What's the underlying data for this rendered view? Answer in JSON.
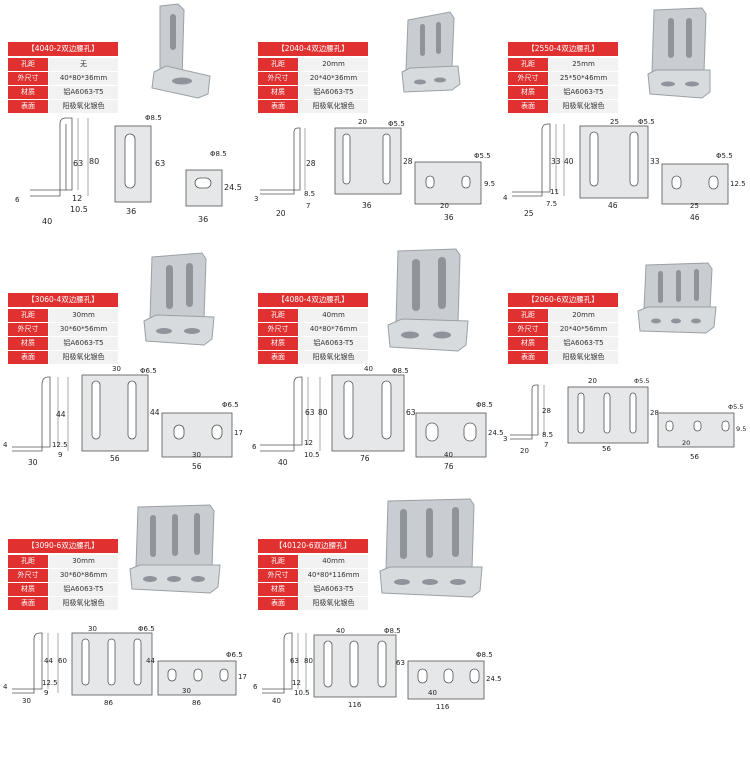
{
  "labels": {
    "hole_spacing": "孔距",
    "dimensions": "外尺寸",
    "material": "材质",
    "surface": "表面"
  },
  "items": [
    {
      "title": "【4040-2双边腰孔】",
      "hole_spacing": "无",
      "size": "40*80*36mm",
      "material": "铝A6063-T5",
      "surface": "阳极氧化银色",
      "side": {
        "h": "63",
        "total": "80",
        "bottom": "12",
        "thick": "6",
        "base": "40",
        "leg": "10.5"
      },
      "front": {
        "hole": "Φ8.5",
        "slot": "63",
        "width": "36",
        "spacing": ""
      },
      "bottom": {
        "hole": "Φ8.5",
        "slot": "24.5",
        "width": "36",
        "spacing": ""
      }
    },
    {
      "title": "【2040-4双边腰孔】",
      "hole_spacing": "20mm",
      "size": "20*40*36mm",
      "material": "铝A6063-T5",
      "surface": "阳极氧化银色",
      "side": {
        "h": "28",
        "total": "",
        "bottom": "8.5",
        "thick": "3",
        "base": "20",
        "leg": "7"
      },
      "front": {
        "hole": "Φ5.5",
        "slot": "28",
        "width": "36",
        "spacing": "20"
      },
      "bottom": {
        "hole": "Φ5.5",
        "slot": "9.5",
        "width": "36",
        "spacing": "20"
      }
    },
    {
      "title": "【2550-4双边腰孔】",
      "hole_spacing": "25mm",
      "size": "25*50*46mm",
      "material": "铝A6063-T5",
      "surface": "阳极氧化银色",
      "side": {
        "h": "33",
        "total": "40",
        "bottom": "11",
        "thick": "4",
        "base": "25",
        "leg": "7.5"
      },
      "front": {
        "hole": "Φ5.5",
        "slot": "33",
        "width": "46",
        "spacing": "25"
      },
      "bottom": {
        "hole": "Φ5.5",
        "slot": "12.5",
        "width": "46",
        "spacing": "25"
      }
    },
    {
      "title": "【3060-4双边腰孔】",
      "hole_spacing": "30mm",
      "size": "30*60*56mm",
      "material": "铝A6063-T5",
      "surface": "阳极氧化银色",
      "side": {
        "h": "44",
        "total": "",
        "bottom": "12.5",
        "thick": "4",
        "base": "30",
        "leg": "9"
      },
      "front": {
        "hole": "Φ6.5",
        "slot": "44",
        "width": "56",
        "spacing": "30"
      },
      "bottom": {
        "hole": "Φ6.5",
        "slot": "17",
        "width": "56",
        "spacing": "30"
      }
    },
    {
      "title": "【4080-4双边腰孔】",
      "hole_spacing": "40mm",
      "size": "40*80*76mm",
      "material": "铝A6063-T5",
      "surface": "阳极氧化银色",
      "side": {
        "h": "63",
        "total": "80",
        "bottom": "12",
        "thick": "6",
        "base": "40",
        "leg": "10.5"
      },
      "front": {
        "hole": "Φ8.5",
        "slot": "63",
        "width": "76",
        "spacing": "40"
      },
      "bottom": {
        "hole": "Φ8.5",
        "slot": "24.5",
        "width": "76",
        "spacing": "40"
      }
    },
    {
      "title": "【2060-6双边腰孔】",
      "hole_spacing": "20mm",
      "size": "20*40*56mm",
      "material": "铝A6063-T5",
      "surface": "阳极氧化银色",
      "side": {
        "h": "28",
        "total": "",
        "bottom": "8.5",
        "thick": "3",
        "base": "20",
        "leg": "7"
      },
      "front": {
        "hole": "Φ5.5",
        "slot": "28",
        "width": "56",
        "spacing": "20"
      },
      "bottom": {
        "hole": "Φ5.5",
        "slot": "9.5",
        "width": "56",
        "spacing": "20"
      }
    },
    {
      "title": "【3090-6双边腰孔】",
      "hole_spacing": "30mm",
      "size": "30*60*86mm",
      "material": "铝A6063-T5",
      "surface": "阳极氧化银色",
      "side": {
        "h": "44",
        "total": "60",
        "bottom": "12.5",
        "thick": "4",
        "base": "30",
        "leg": "9"
      },
      "front": {
        "hole": "Φ6.5",
        "slot": "44",
        "width": "86",
        "spacing": "30"
      },
      "bottom": {
        "hole": "Φ6.5",
        "slot": "17",
        "width": "86",
        "spacing": "30"
      }
    },
    {
      "title": "【40120-6双边腰孔】",
      "hole_spacing": "40mm",
      "size": "40*80*116mm",
      "material": "铝A6063-T5",
      "surface": "阳极氧化银色",
      "side": {
        "h": "63",
        "total": "80",
        "bottom": "12",
        "thick": "6",
        "base": "40",
        "leg": "10.5"
      },
      "front": {
        "hole": "Φ8.5",
        "slot": "63",
        "width": "116",
        "spacing": "40"
      },
      "bottom": {
        "hole": "Φ8.5",
        "slot": "24.5",
        "width": "116",
        "spacing": "40"
      }
    }
  ]
}
